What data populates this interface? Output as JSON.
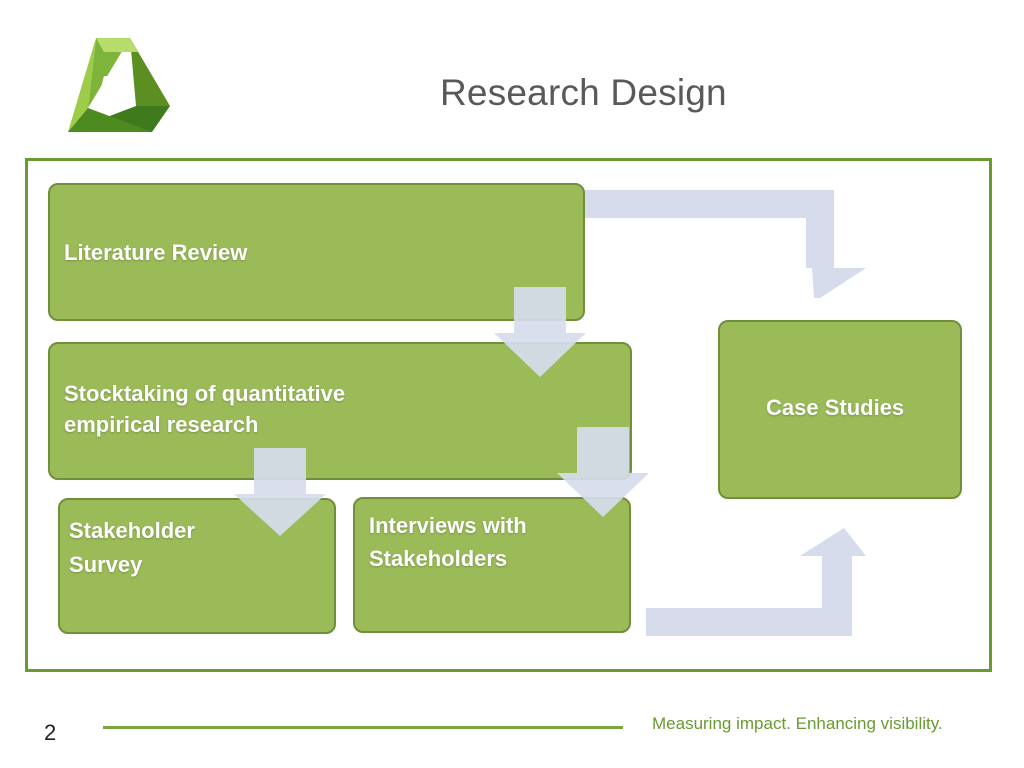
{
  "slide": {
    "title": "Research Design",
    "page_number": "2",
    "tagline": "Measuring impact. Enhancing visibility."
  },
  "diagram": {
    "boxes": {
      "literature_review": "Literature Review",
      "stocktaking_line1": "Stocktaking of quantitative",
      "stocktaking_line2": "empirical research",
      "survey_line1": "Stakeholder",
      "survey_line2": "Survey",
      "interviews_line1": "Interviews with",
      "interviews_line2": "Stakeholders",
      "case_studies": "Case Studies"
    },
    "colors": {
      "box_fill": "#9bbb59",
      "box_border": "#6f8f3a",
      "arrow_fill": "#d6dcec",
      "frame_border": "#6a9a32"
    }
  }
}
